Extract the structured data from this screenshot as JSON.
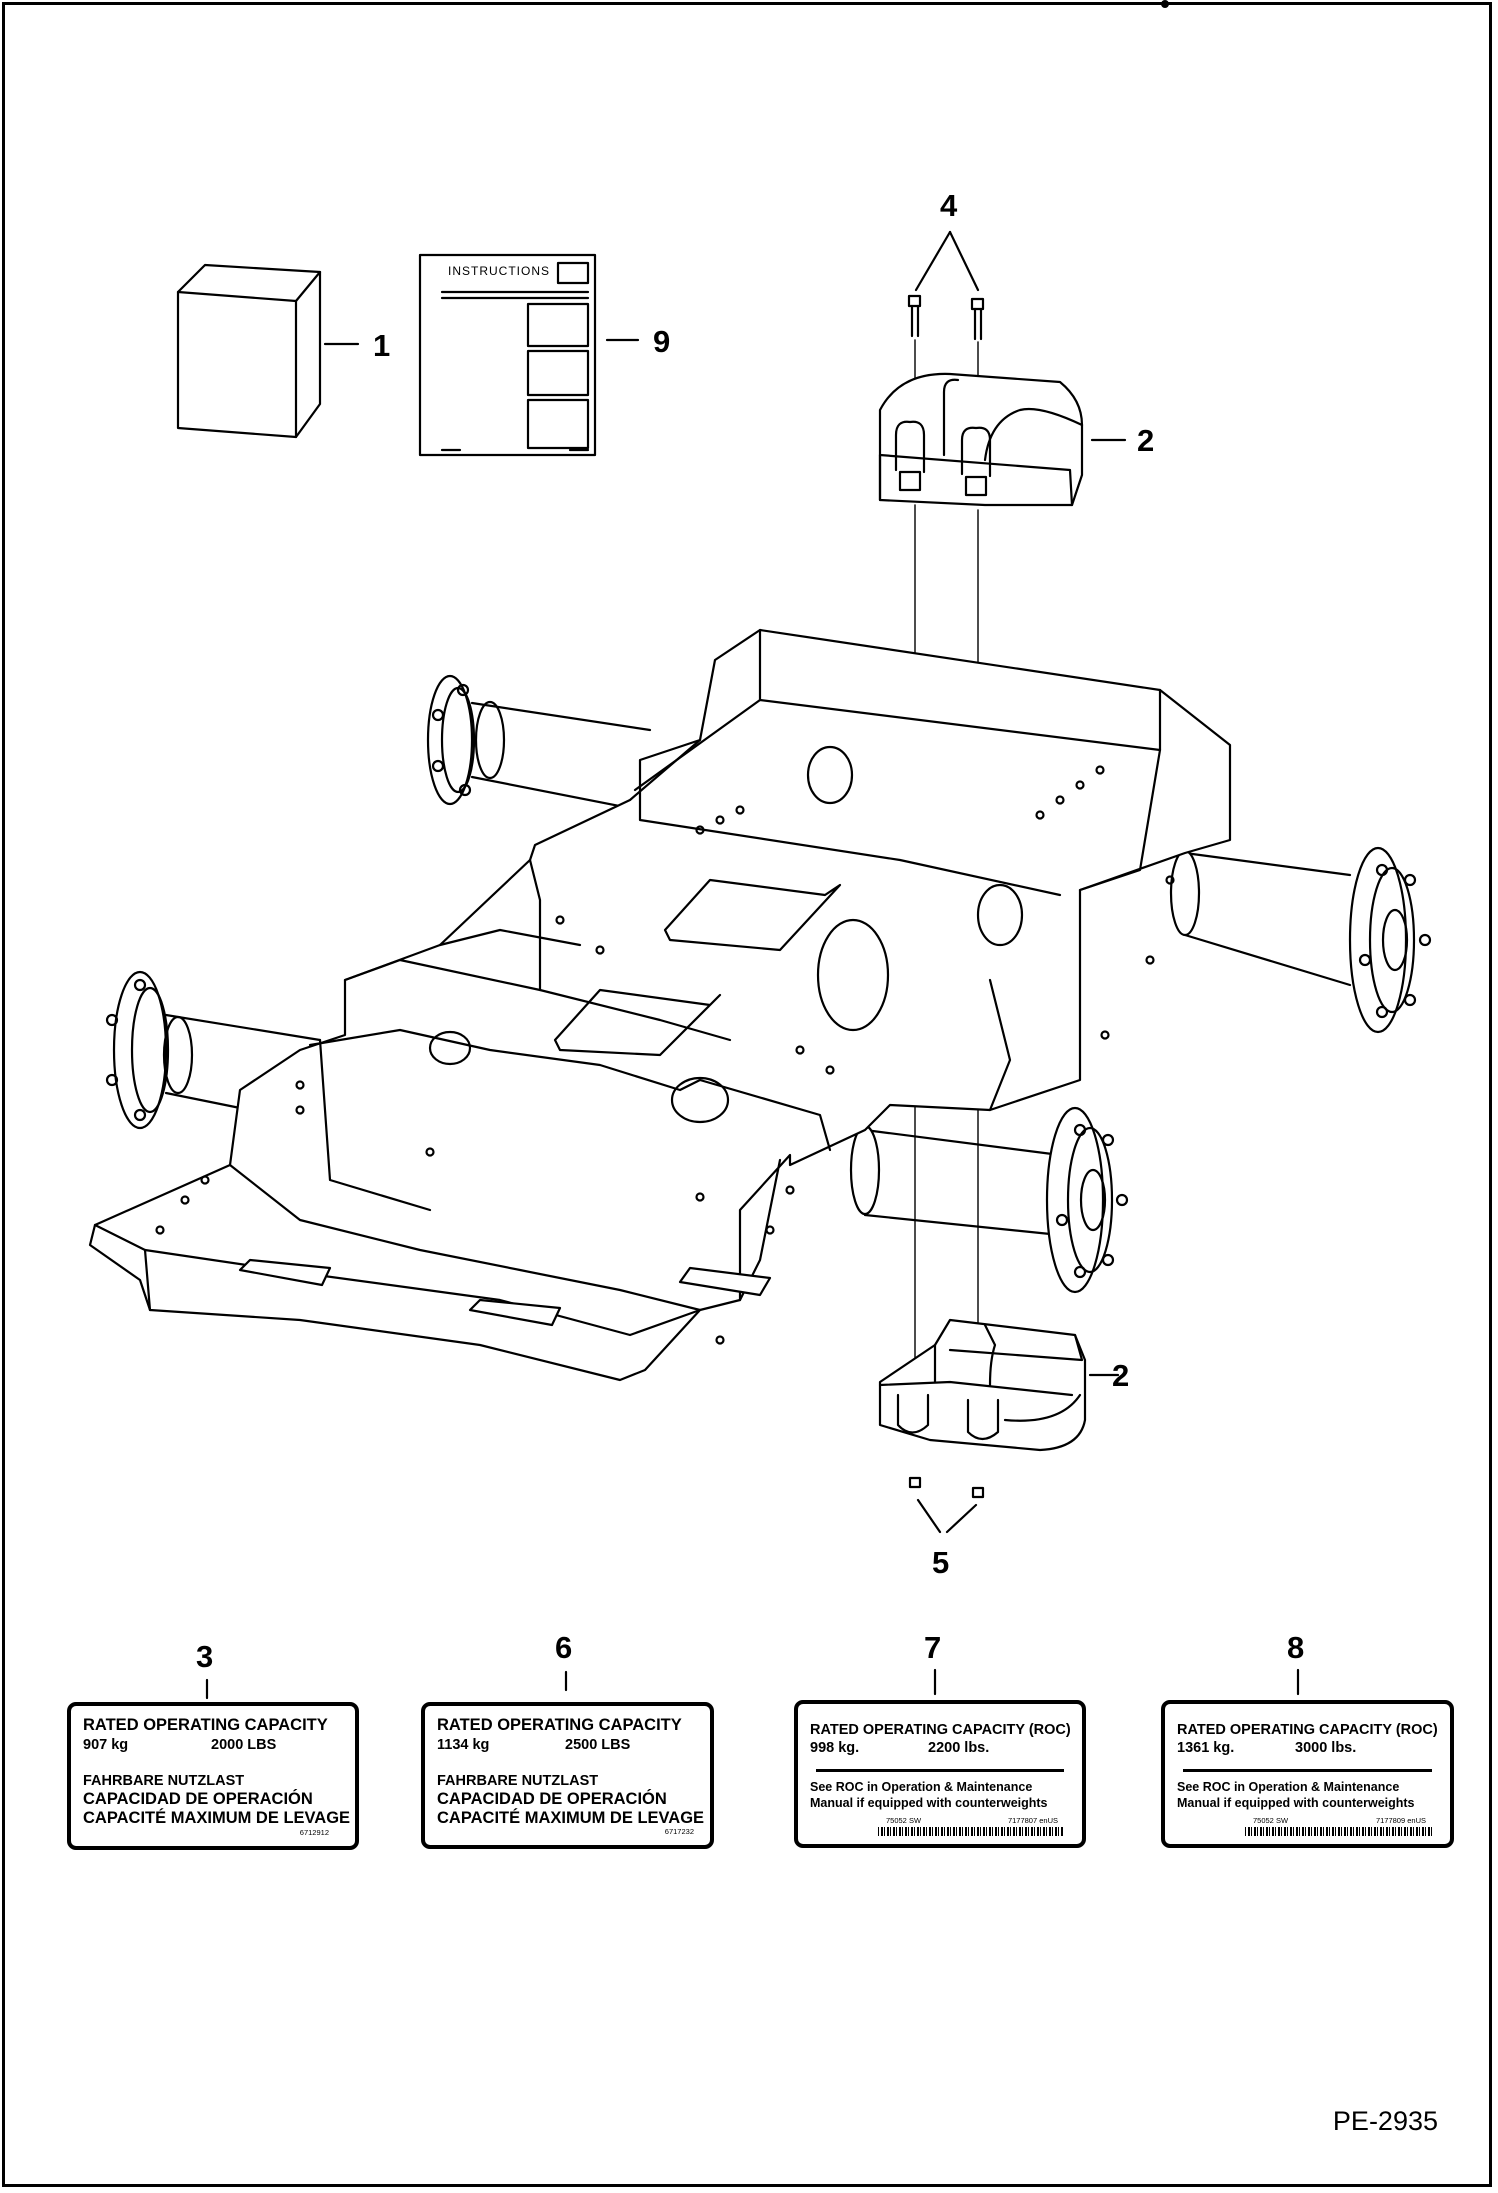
{
  "drawing_code": "PE-2935",
  "callouts": {
    "c1": "1",
    "c9": "9",
    "c4": "4",
    "c2a": "2",
    "c2b": "2",
    "c5": "5",
    "c3": "3",
    "c6": "6",
    "c7": "7",
    "c8": "8"
  },
  "instructions_label": "INSTRUCTIONS",
  "decals": [
    {
      "title": "RATED OPERATING CAPACITY",
      "metric": "907 kg",
      "imperial": "2000 LBS",
      "line1": "FAHRBARE NUTZLAST",
      "line2": "CAPACIDAD DE OPERACIÓN",
      "line3": "CAPACITÉ MAXIMUM DE LEVAGE",
      "part": "6712912"
    },
    {
      "title": "RATED OPERATING CAPACITY",
      "metric": "1134 kg",
      "imperial": "2500 LBS",
      "line1": "FAHRBARE NUTZLAST",
      "line2": "CAPACIDAD DE OPERACIÓN",
      "line3": "CAPACITÉ MAXIMUM DE LEVAGE",
      "part": "6717232"
    },
    {
      "title": "RATED OPERATING CAPACITY (ROC)",
      "metric": "998 kg.",
      "imperial": "2200 lbs.",
      "line1": "See ROC in Operation & Maintenance",
      "line2": "Manual if equipped with counterweights",
      "code_left": "75052 SW",
      "part": "7177807 enUS"
    },
    {
      "title": "RATED OPERATING CAPACITY (ROC)",
      "metric": "1361 kg.",
      "imperial": "3000 lbs.",
      "line1": "See ROC in Operation & Maintenance",
      "line2": "Manual if equipped with counterweights",
      "code_left": "75052 SW",
      "part": "7177809 enUS"
    }
  ]
}
